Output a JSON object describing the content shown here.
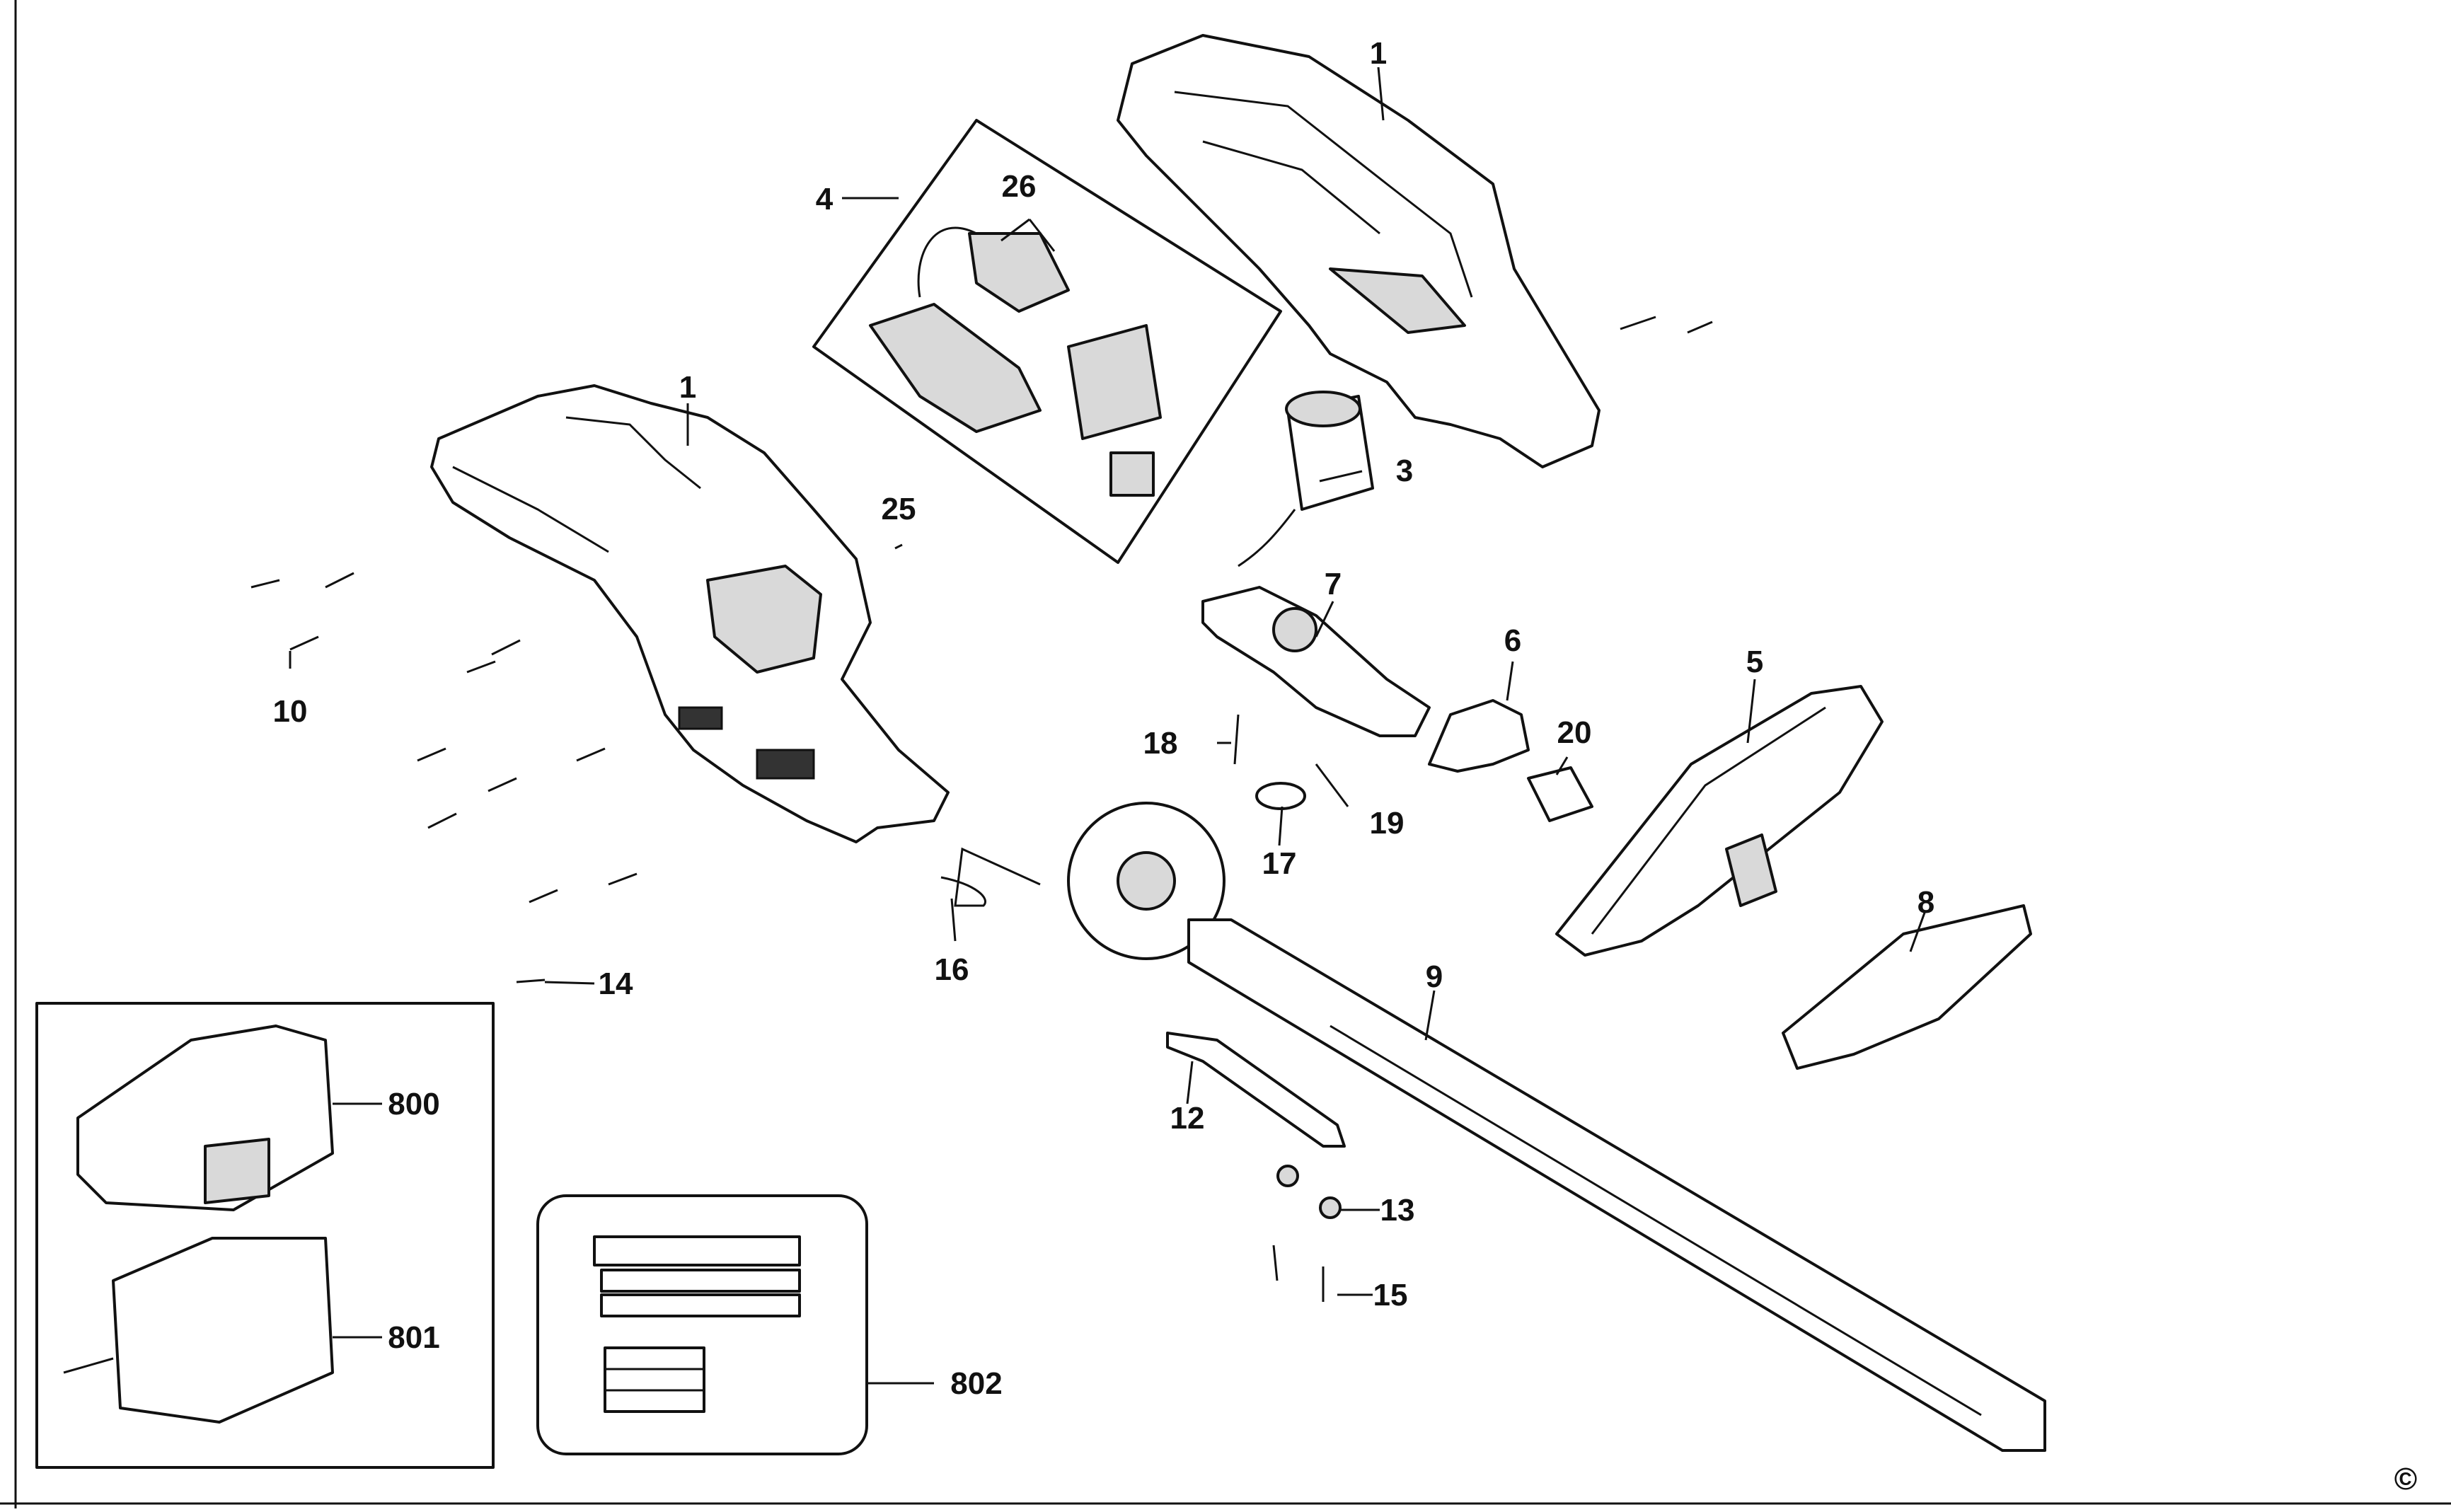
{
  "diagram": {
    "callouts": {
      "c1a": "1",
      "c1b": "1",
      "c3": "3",
      "c4": "4",
      "c5": "5",
      "c6": "6",
      "c7": "7",
      "c8": "8",
      "c9": "9",
      "c10": "10",
      "c12": "12",
      "c13": "13",
      "c14": "14",
      "c15": "15",
      "c16": "16",
      "c17": "17",
      "c18": "18",
      "c19": "19",
      "c20": "20",
      "c25": "25",
      "c26": "26",
      "c800": "800",
      "c801": "801",
      "c802": "802"
    },
    "copyright_symbol": "©"
  }
}
